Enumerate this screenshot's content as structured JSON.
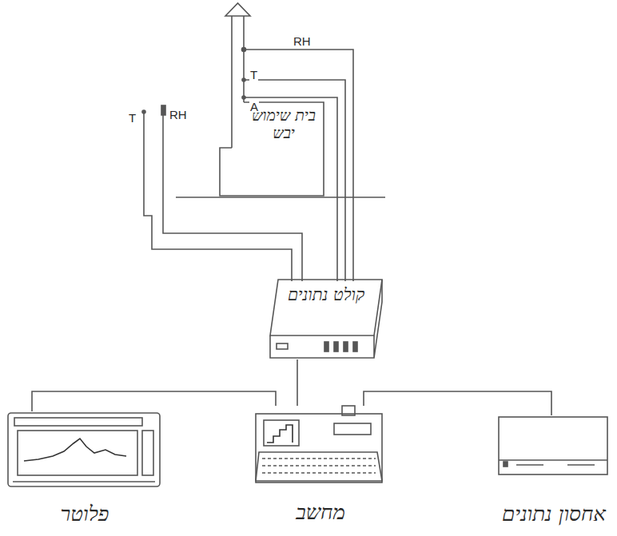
{
  "diagram": {
    "nodes": [
      {
        "text": [
          "בית שימוש יבש"
        ]
      },
      {
        "text": [
          "קולט נתונים"
        ]
      },
      {
        "text": [
          "פלוטר"
        ]
      },
      {
        "text": [
          "מחשב"
        ]
      },
      {
        "text": [
          "אחסון נתונים"
        ]
      }
    ],
    "edges": [
      {
        "from": 1,
        "to": 3,
        "arrow": "none"
      },
      {
        "from": 3,
        "to": 2,
        "arrow": "none"
      },
      {
        "from": 3,
        "to": 4,
        "arrow": "none"
      }
    ],
    "labels": [
      "RH",
      "T",
      "A",
      "T",
      "RH"
    ]
  }
}
